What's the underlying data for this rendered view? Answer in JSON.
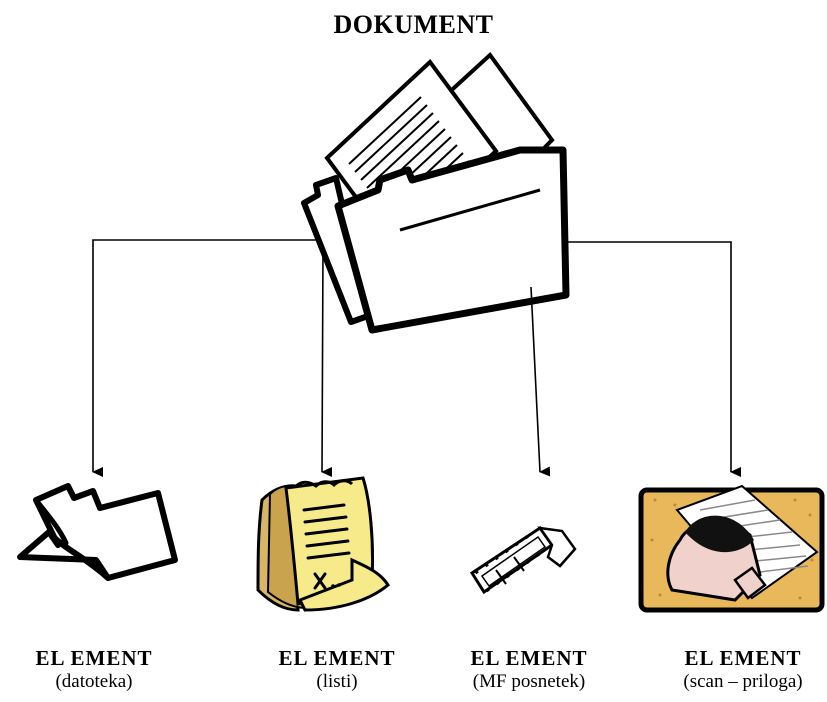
{
  "diagram": {
    "title": "DOKUMENT",
    "elements": [
      {
        "label": "EL EMENT",
        "subtitle": "(datoteka)",
        "icon": "open-folder-icon"
      },
      {
        "label": "EL EMENT",
        "subtitle": "(listi)",
        "icon": "document-pages-icon"
      },
      {
        "label": "EL EMENT",
        "subtitle": "(MF posnetek)",
        "icon": "film-strip-icon"
      },
      {
        "label": "EL EMENT",
        "subtitle": "(scan – priloga)",
        "icon": "scanner-icon"
      }
    ],
    "colors": {
      "line": "#000000",
      "paper_yellow": "#f6ea8a",
      "paper_tan": "#d7b765",
      "scanner_bg": "#e8b85a",
      "scanner_body": "#f1d1cc"
    },
    "center_icon": "document-folder-icon"
  }
}
